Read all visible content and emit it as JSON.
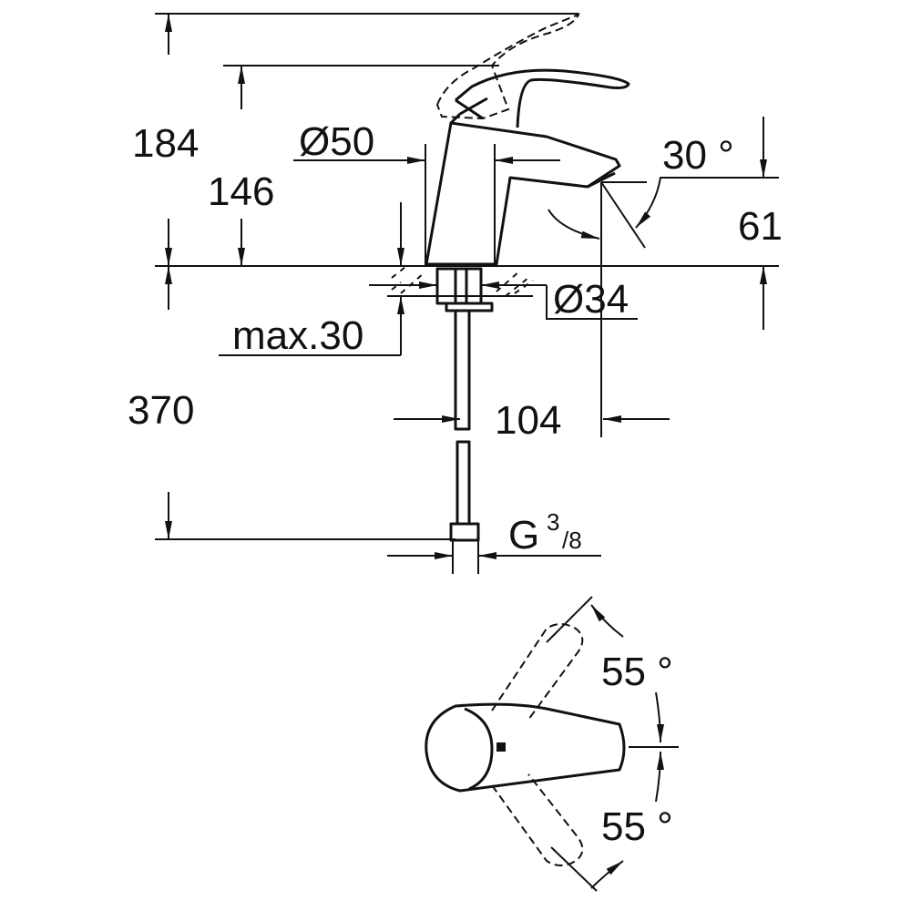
{
  "dimensions": {
    "total_height": "184",
    "lever_height": "146",
    "body_diameter": "Ø50",
    "spout_angle": "30 °",
    "spout_height": "61",
    "hole_diameter": "Ø34",
    "deck_thickness": "max.30",
    "hose_length": "370",
    "projection": "104",
    "connection": "G",
    "connection_num": "3",
    "connection_den": "/8",
    "rotation_left": "55 °",
    "rotation_right": "55 °"
  }
}
